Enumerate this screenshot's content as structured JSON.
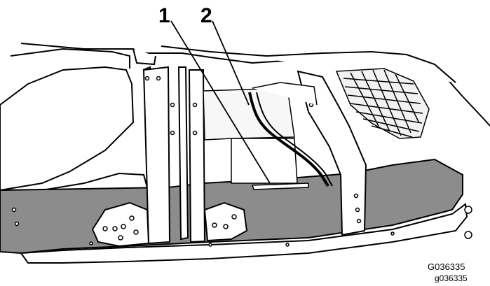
{
  "diagram": {
    "callouts": [
      {
        "id": "1",
        "label": "1"
      },
      {
        "id": "2",
        "label": "2"
      }
    ],
    "figure_code": "G036335",
    "figure_code_small": "g036335",
    "colors": {
      "line": "#000000",
      "gray_panel": "#8c8c8c",
      "shadow": "#d9d9d9",
      "background": "#ffffff"
    }
  }
}
